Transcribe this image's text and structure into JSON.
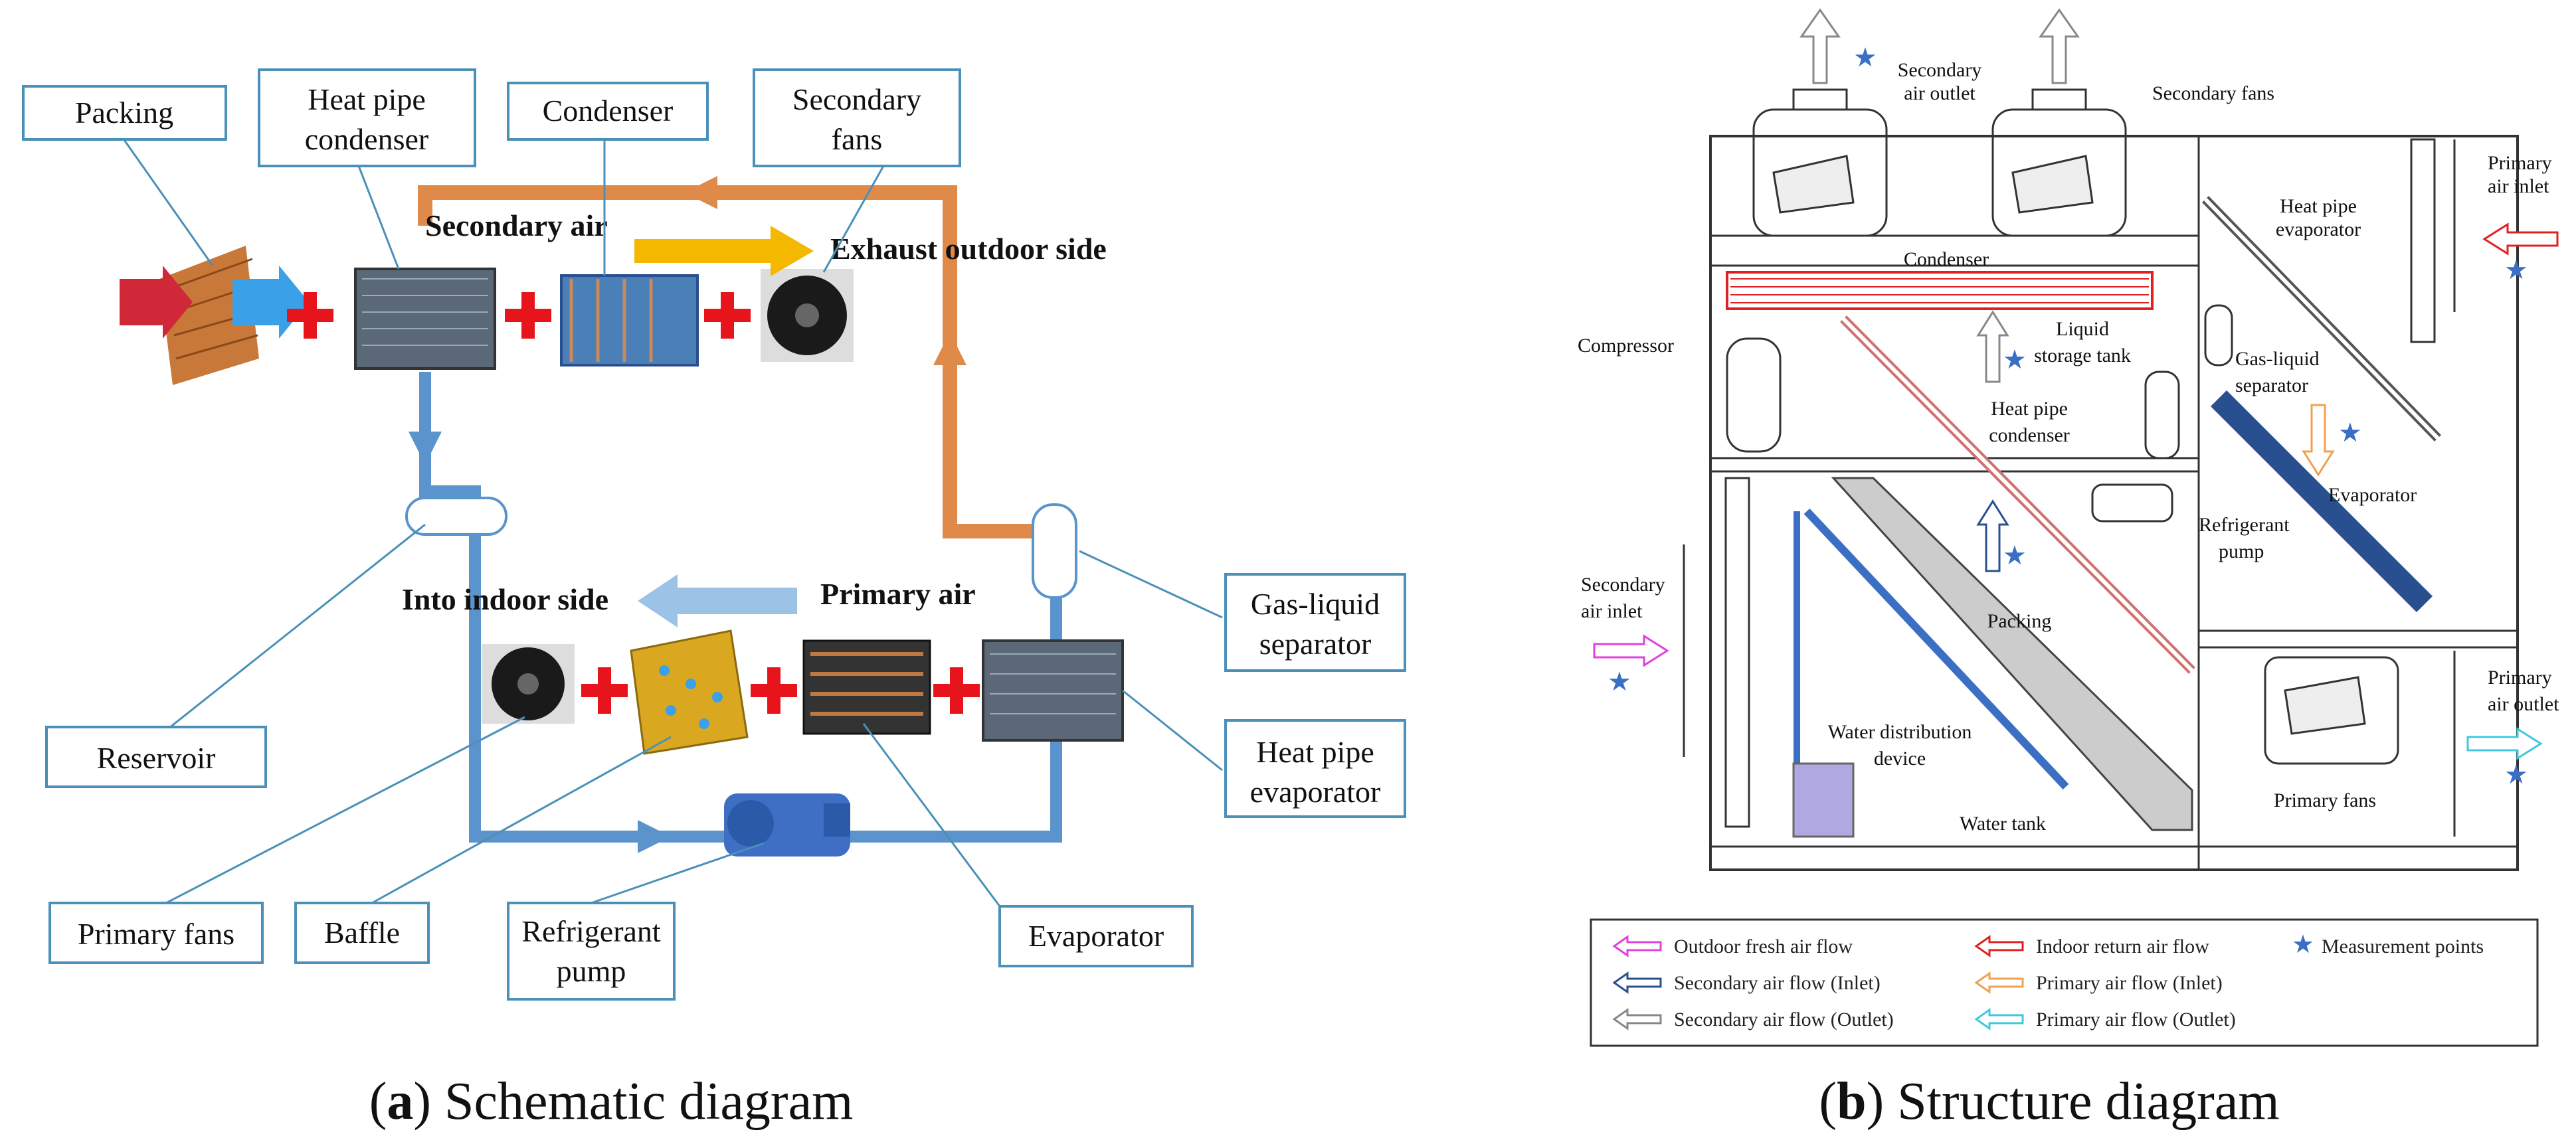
{
  "panel_a": {
    "caption_letter": "a",
    "caption_text": "Schematic diagram",
    "boxes": {
      "packing": "Packing",
      "heat_pipe_condenser": [
        "Heat pipe",
        "condenser"
      ],
      "condenser": "Condenser",
      "secondary_fans": [
        "Secondary",
        "fans"
      ],
      "gas_liquid_separator": [
        "Gas-liquid",
        "separator"
      ],
      "heat_pipe_evaporator": [
        "Heat pipe",
        "evaporator"
      ],
      "reservoir": "Reservoir",
      "primary_fans": "Primary fans",
      "baffle": "Baffle",
      "refrigerant_pump": [
        "Refrigerant",
        "pump"
      ],
      "evaporator": "Evaporator"
    },
    "flow_labels": {
      "secondary_air": "Secondary air",
      "exhaust": "Exhaust outdoor side",
      "into_indoor": "Into indoor side",
      "primary_air": "Primary air"
    },
    "colors": {
      "refrigerant_hot": "#e08a4a",
      "refrigerant_cold": "#5b93cc",
      "plus": "#e8141c",
      "box_border": "#4a90b8",
      "secondary_arrow": "#f5b800",
      "primary_arrow": "#9cc3e6"
    }
  },
  "panel_b": {
    "caption_letter": "b",
    "caption_text": "Structure diagram",
    "labels": {
      "secondary_air_outlet": [
        "Secondary",
        "air outlet"
      ],
      "secondary_fans": "Secondary fans",
      "primary_air_inlet": [
        "Primary",
        "air inlet"
      ],
      "heat_pipe_evaporator": [
        "Heat pipe",
        "evaporator"
      ],
      "condenser": "Condenser",
      "compressor": "Compressor",
      "liquid_storage_tank": [
        "Liquid",
        "storage tank"
      ],
      "heat_pipe_condenser": [
        "Heat pipe",
        "condenser"
      ],
      "gas_liquid_separator": [
        "Gas-liquid",
        "separator"
      ],
      "evaporator": "Evaporator",
      "refrigerant_pump": [
        "Refrigerant",
        "pump"
      ],
      "secondary_air_inlet": [
        "Secondary",
        "air inlet"
      ],
      "packing": "Packing",
      "water_distribution_device": [
        "Water distribution",
        "device"
      ],
      "water_tank": "Water tank",
      "primary_fans": "Primary fans",
      "primary_air_outlet": [
        "Primary",
        "air outlet"
      ]
    },
    "legend": [
      {
        "label": "Outdoor fresh air flow",
        "color": "#e040e0"
      },
      {
        "label": "Indoor return air flow",
        "color": "#e02020"
      },
      {
        "label": "Measurement points",
        "color": "#3a6fc4",
        "star": true
      },
      {
        "label": "Secondary air flow (Inlet)",
        "color": "#2a4f8f"
      },
      {
        "label": "Primary air flow (Inlet)",
        "color": "#f0a050"
      },
      {
        "label": "Secondary air flow (Outlet)",
        "color": "#888888"
      },
      {
        "label": "Primary air flow (Outlet)",
        "color": "#40c8e0"
      }
    ]
  }
}
